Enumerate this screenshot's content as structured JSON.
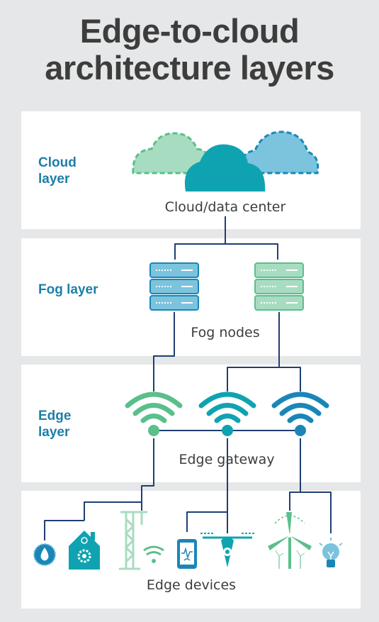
{
  "title": "Edge-to-cloud architecture layers",
  "layers": {
    "cloud": {
      "label": "Cloud layer",
      "caption": "Cloud/data center"
    },
    "fog": {
      "label": "Fog layer",
      "caption": "Fog nodes"
    },
    "edge": {
      "label": "Edge layer",
      "caption": "Edge gateway"
    },
    "devices": {
      "caption": "Edge devices"
    }
  },
  "colors": {
    "background": "#e6e7e8",
    "panel": "#ffffff",
    "title": "#3d3d3d",
    "label": "#1c7fa8",
    "line": "#1e3f73",
    "green": "#5bbf8a",
    "teal": "#0fa3b1",
    "blue": "#1a86b8",
    "light_green": "#a8dcc0",
    "light_blue": "#7cc3dd"
  },
  "icons": [
    "cloud-icon",
    "server-icon",
    "wifi-icon",
    "water-drop-icon",
    "smart-home-icon",
    "crane-icon",
    "smartphone-icon",
    "drone-icon",
    "wind-turbine-icon",
    "light-bulb-icon"
  ]
}
